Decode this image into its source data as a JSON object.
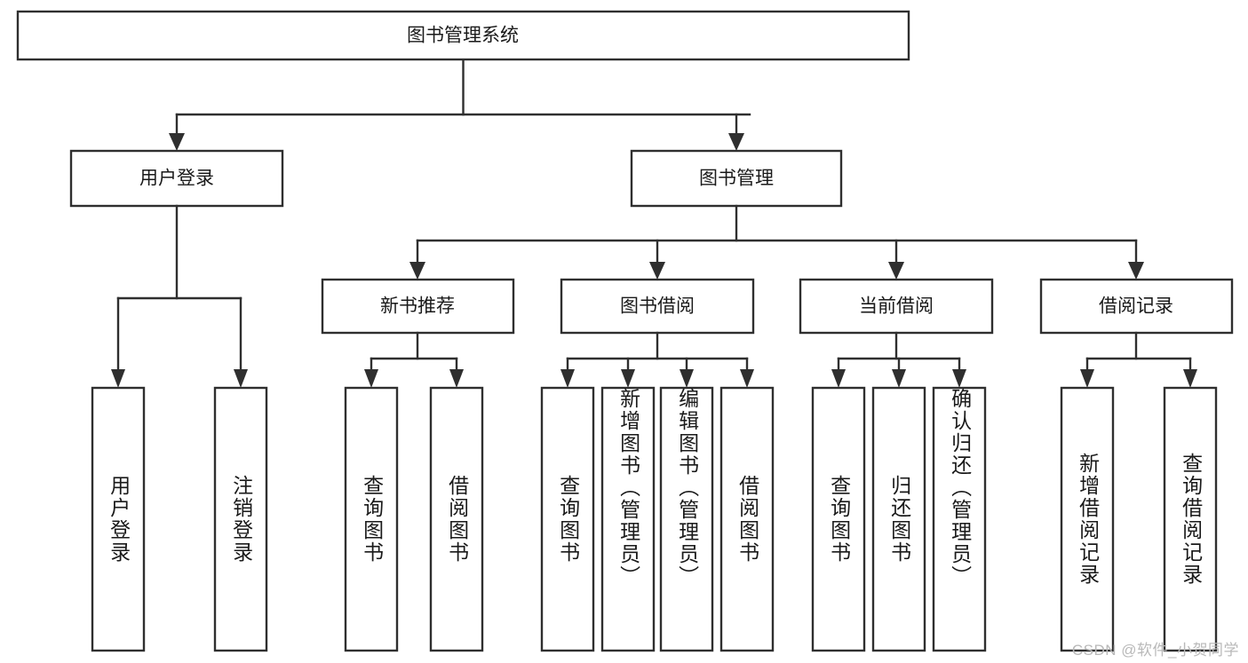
{
  "diagram": {
    "title": "图书管理系统",
    "type": "tree-hierarchy-diagram",
    "root": {
      "label": "图书管理系统"
    },
    "level2": [
      {
        "label": "用户登录"
      },
      {
        "label": "图书管理"
      }
    ],
    "level3": [
      {
        "label": "新书推荐"
      },
      {
        "label": "图书借阅"
      },
      {
        "label": "当前借阅"
      },
      {
        "label": "借阅记录"
      }
    ],
    "leaves": {
      "user_login": [
        {
          "label": "用户登录"
        },
        {
          "label": "注销登录"
        }
      ],
      "new_book_recommend": [
        {
          "label": "查询图书"
        },
        {
          "label": "借阅图书"
        }
      ],
      "book_borrow": [
        {
          "label": "查询图书"
        },
        {
          "label": "新增图书（管理员）"
        },
        {
          "label": "编辑图书（管理员）"
        },
        {
          "label": "借阅图书"
        }
      ],
      "current_borrow": [
        {
          "label": "查询图书"
        },
        {
          "label": "归还图书"
        },
        {
          "label": "确认归还（管理员）"
        }
      ],
      "borrow_record": [
        {
          "label": "新增借阅记录"
        },
        {
          "label": "查询借阅记录"
        }
      ]
    },
    "watermark": "CSDN @软件_小贺同学",
    "colors": {
      "stroke": "#2f2f2f",
      "fill": "#ffffff",
      "text": "#1a1a1a",
      "watermark": "#b9b9b9"
    }
  }
}
